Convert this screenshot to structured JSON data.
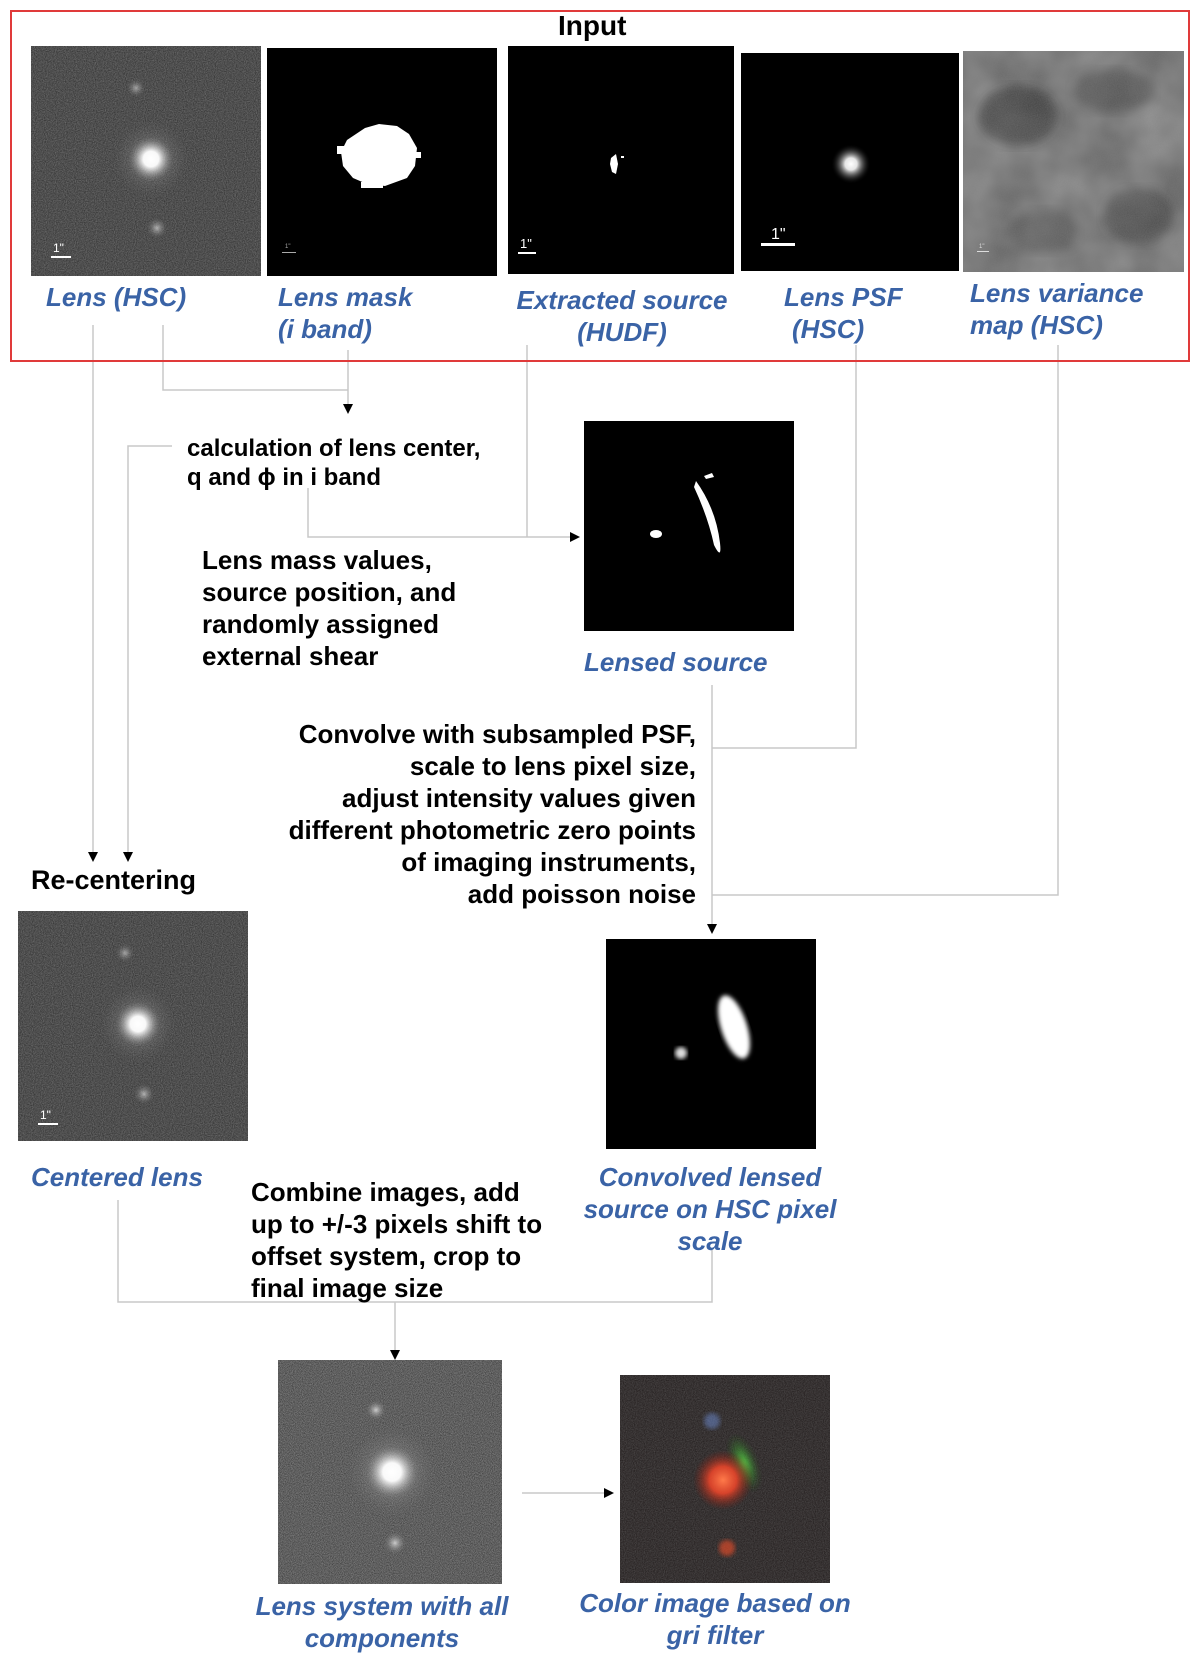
{
  "input_title": "Input",
  "scale_label": "1\"",
  "inputs": [
    {
      "caption": [
        "Lens (HSC)"
      ]
    },
    {
      "caption": [
        "Lens mask",
        "(i band)"
      ]
    },
    {
      "caption": [
        "Extracted source",
        "(HUDF)"
      ]
    },
    {
      "caption": [
        "Lens PSF",
        "(HSC)"
      ]
    },
    {
      "caption": [
        "Lens variance",
        "map (HSC)"
      ]
    }
  ],
  "steps": {
    "center_calc": [
      "calculation of lens center,",
      "q and ϕ in i band"
    ],
    "lens_mass": [
      "Lens mass values,",
      "source position, and",
      "randomly assigned",
      "external shear"
    ],
    "convolve": [
      "Convolve with subsampled PSF,",
      "scale to lens pixel size,",
      "adjust intensity values given",
      "different photometric zero points",
      "of imaging instruments,",
      "add poisson noise"
    ],
    "recentering": "Re-centering",
    "combine": [
      "Combine images, add",
      "up to +/-3 pixels shift to",
      "offset system, crop to",
      "final image size"
    ]
  },
  "outputs": {
    "lensed_source": "Lensed source",
    "centered_lens": "Centered lens",
    "convolved": [
      "Convolved lensed",
      "source on HSC pixel",
      "scale"
    ],
    "lens_system": [
      "Lens system with all",
      "components"
    ],
    "color_image": [
      "Color image based on",
      "gri filter"
    ]
  },
  "colors": {
    "caption": "#3a63a6",
    "input_border": "#e03a3a",
    "connector": "#c8c8c8"
  }
}
